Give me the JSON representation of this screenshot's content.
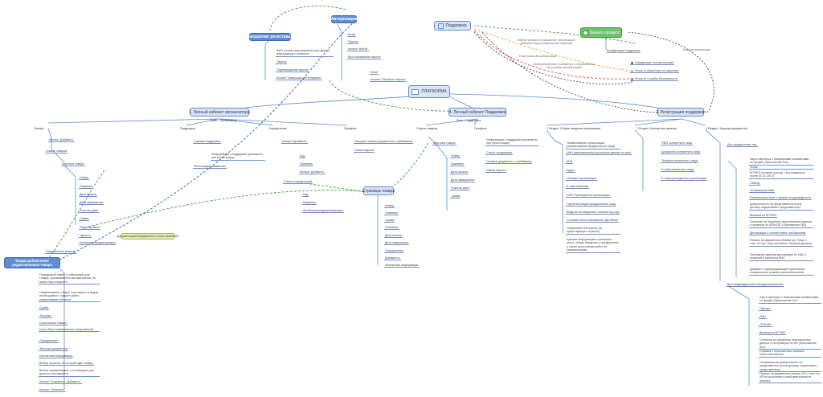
{
  "colors": {
    "blue": "#5f8dd3",
    "green": "#6cc46c",
    "orange": "#f2a33a",
    "red": "#d9534f",
    "darkgreen": "#2f7a2f"
  },
  "root": {
    "label": "ПЛАТФОРМА"
  },
  "auth": {
    "label": "Авторизация",
    "leaves": [
      "Email",
      "Пароль",
      "Кнопка \"Войти\"",
      "Восстановление пароля",
      "Email",
      "Кнопка \"Сбросить пароль\""
    ]
  },
  "regend": {
    "label": "Завершение регистрации",
    "leaves": [
      "ФИО (только для правовой лиц) другие информация о клиентах",
      "Пароль",
      "Подтверждение пароля",
      "Кнопка \"Завершить регистрацию\""
    ]
  },
  "support": {
    "label": "Поддержка"
  },
  "bp": {
    "label": "Бизнес-процесс",
    "leaves": [
      "Координация поддержки"
    ]
  },
  "statuses": [
    {
      "label": "Ожидающие положительные",
      "color": "#2f7a2f"
    },
    {
      "label": "Отказ от Директора по закупкам",
      "color": "#f2a33a"
    },
    {
      "label": "Отказ от Службы Безопасности",
      "color": "#d9534f"
    }
  ],
  "notes": {
    "n1": "Email на основной из вариантов: регистрация с подбором пароля Компании без изменений",
    "n2": "Email ссылка для авторизации",
    "n3": "Email уведомления о нахождении в сопровождении. По условиям прохода отказа",
    "n4": "Email на регистрацию"
  },
  "b1": {
    "label": "1. Личный кабинет организатора",
    "sub": "Роль - Организатор"
  },
  "b1c": {
    "goods": {
      "head": "Товары",
      "btn": "Кнопка \"Добавить\"",
      "list": "Список товаров",
      "card": "Карточка товара",
      "fields": [
        "Номер",
        "Название",
        "Дата начала",
        "Дата завершения",
        "Участие дней",
        "Сумма",
        "Редактировать",
        "Удалить",
        "Копировать/редактировать"
      ],
      "nested": "Направления заметок"
    },
    "support": {
      "head": "Поддержка",
      "items": [
        "Справки поддержки",
        "Информация о поддержке (реквизиты при регистрации)",
        "Регистрация заявлении"
      ]
    },
    "tasks": {
      "head": "Определение",
      "btn": "Кнопка \"Добавить\"",
      "items": [
        "Код",
        "Название",
        "Кнопка \"Добавить\""
      ],
      "list": "Список определений",
      "items2": [
        "Код",
        "Название",
        "Активировать/деактивировать"
      ]
    },
    "profile": {
      "head": "Профиль",
      "items": [
        "Загрузка готовых документов к требований",
        "Смена пароля"
      ]
    }
  },
  "b4": {
    "label": "4. Личный кабинет Поддержки",
    "sub": "Роль - Поддержка"
  },
  "b4c": {
    "goods": {
      "head": "Список товаров",
      "card": "Карточка товара",
      "fields": [
        "Номер",
        "Название",
        "Дата начала",
        "Дата завершения",
        "Участие дней",
        "Сумма"
      ]
    },
    "profile": {
      "head": "Профиль",
      "items": [
        "Информация о поддержке (реквизиты при регистрации)",
        "Статус ожидающих",
        "Готовые документы о требовании",
        "Смена пароля"
      ]
    }
  },
  "b3": {
    "label": "3. Регистрация поддержки"
  },
  "b3c": {
    "s1": {
      "head": "1 Раздел. Общие сведения организации",
      "items": [
        "Наименование организации (наименование юридического лица)",
        "ИНН (автоматически доступные данные по инн)",
        "КПП",
        "Адрес",
        "Телефон организации",
        "E-mail компании",
        "ФИО Руководителя организации",
        "Год регистрации юридического лица",
        "Ведутся ли сведения о личной под код",
        "Система налогообложения НДС/Иные",
        "Отраслевые Интересы (из существующих отрасли)",
        "Краткая информация о компании (опыт, общие сведения о предприятии, о опыте выполнения работ по направлениям)"
      ]
    },
    "s2": {
      "head": "2 Раздел. Контактные данные",
      "items": [
        "ФИО контактного лица",
        "Должность контактного лица",
        "Телефон контактного лица",
        "E-mail контактного лица",
        "E-mail руководителя организации"
      ]
    },
    "s3": {
      "head": "3 Раздел. Загрузка документов",
      "sub1": "Для юридических лиц",
      "items1": [
        "Карта партнера с банковскими реквизитами по форме (Приложение №1)",
        "Устав",
        "ЕГРЮЛ (получен для юр. Лиц созданных после 01.01.2017)",
        "ОКВЭД",
        "Устав/внутренний",
        "Решение/протокол о правах на руководителя",
        "Доверенность на представителя (если договор подписывает представитель)",
        "Выписка из ЕГРЮЛ",
        "Согласие на обработку персональных данных и проверку по ФЗ№152 (Приложение №2)",
        "Декларация о соответствии требованиям",
        "Письмо на фирменном бланке орг. Лица о том, что орг. лицо исполняет Лицевой договор",
        "Последняя сданная декларация по НДС с отметкой о принятии ФНС",
        "Документ, подтверждающий применение специального режима налогообложения"
      ],
      "sub2": "Для Индивидуальных предпринимателей",
      "items2": [
        "Карта партнера с банковскими реквизитами по форме (Приложение №1)",
        "Паспорт",
        "ИНН",
        "ОГРНИП",
        "Выписка из ЕГРИП",
        "Согласие на обработку персональных данных и на проверку по ФЗ (Приложение №2)",
        "Справка о приложениях лицевых налогообложения",
        "Нотариальная доверенность на представителя (если договор подписывает представитель)",
        "Письмо на фирменном бланке ИП о том, что ИП не исполняет в свой деятельности личного"
      ]
    }
  },
  "goodpage": {
    "label": "Страница товара",
    "items": [
      "Номер",
      "Название",
      "Сумма",
      "Описание",
      "Дата начала",
      "Дата завершения",
      "Определение",
      "Документы",
      "Контактная информация"
    ]
  },
  "docnode": {
    "label": "Документация/Определение и статус заявлений"
  },
  "form": {
    "label": "Форма добавления/редактирования товара",
    "items": [
      "Порядковый номер (глобальный) для товара, присваивается автоматически, не может быть изменен",
      "Наименование товара, состоящее из видов необходимых к закупке работ, наименование объекта",
      "Сумма",
      "Загрузка",
      "Срок начала товара",
      "Срок сбора коммерческих предложений",
      "Определение",
      "Загрузка документов",
      "Контактная информация",
      "Выбор отрасли, по которой идет тендер",
      "Выбор определяемых о поставщике для данного поставщиков",
      "Кнопка \"Сохранить / Добавить\"",
      "Кнопка \"Отменить\""
    ]
  }
}
